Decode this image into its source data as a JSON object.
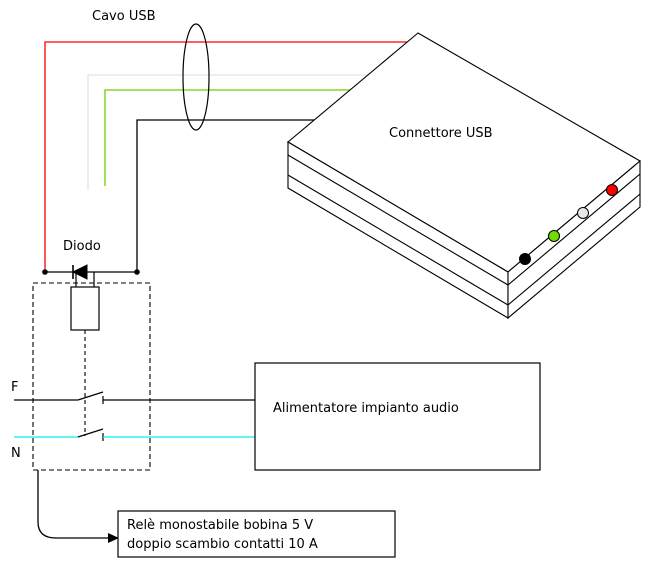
{
  "labels": {
    "cavo_usb": "Cavo USB",
    "connettore_usb": "Connettore USB",
    "diodo": "Diodo",
    "fase": "F",
    "neutro": "N",
    "alimentatore": "Alimentatore impianto audio",
    "relay_line1": "Relè monostabile bobina 5 V",
    "relay_line2": "doppio scambio contatti 10 A"
  },
  "colors": {
    "wire_red": "#ff0000",
    "wire_white": "#e3e3e3",
    "wire_green": "#6fce00",
    "wire_black": "#000000",
    "neutral_cyan": "#00f0f0",
    "pin_black": "#000000",
    "pin_green": "#6fdd00",
    "pin_white": "#e8e8e8",
    "pin_red": "#ff0000",
    "outline": "#000000"
  }
}
